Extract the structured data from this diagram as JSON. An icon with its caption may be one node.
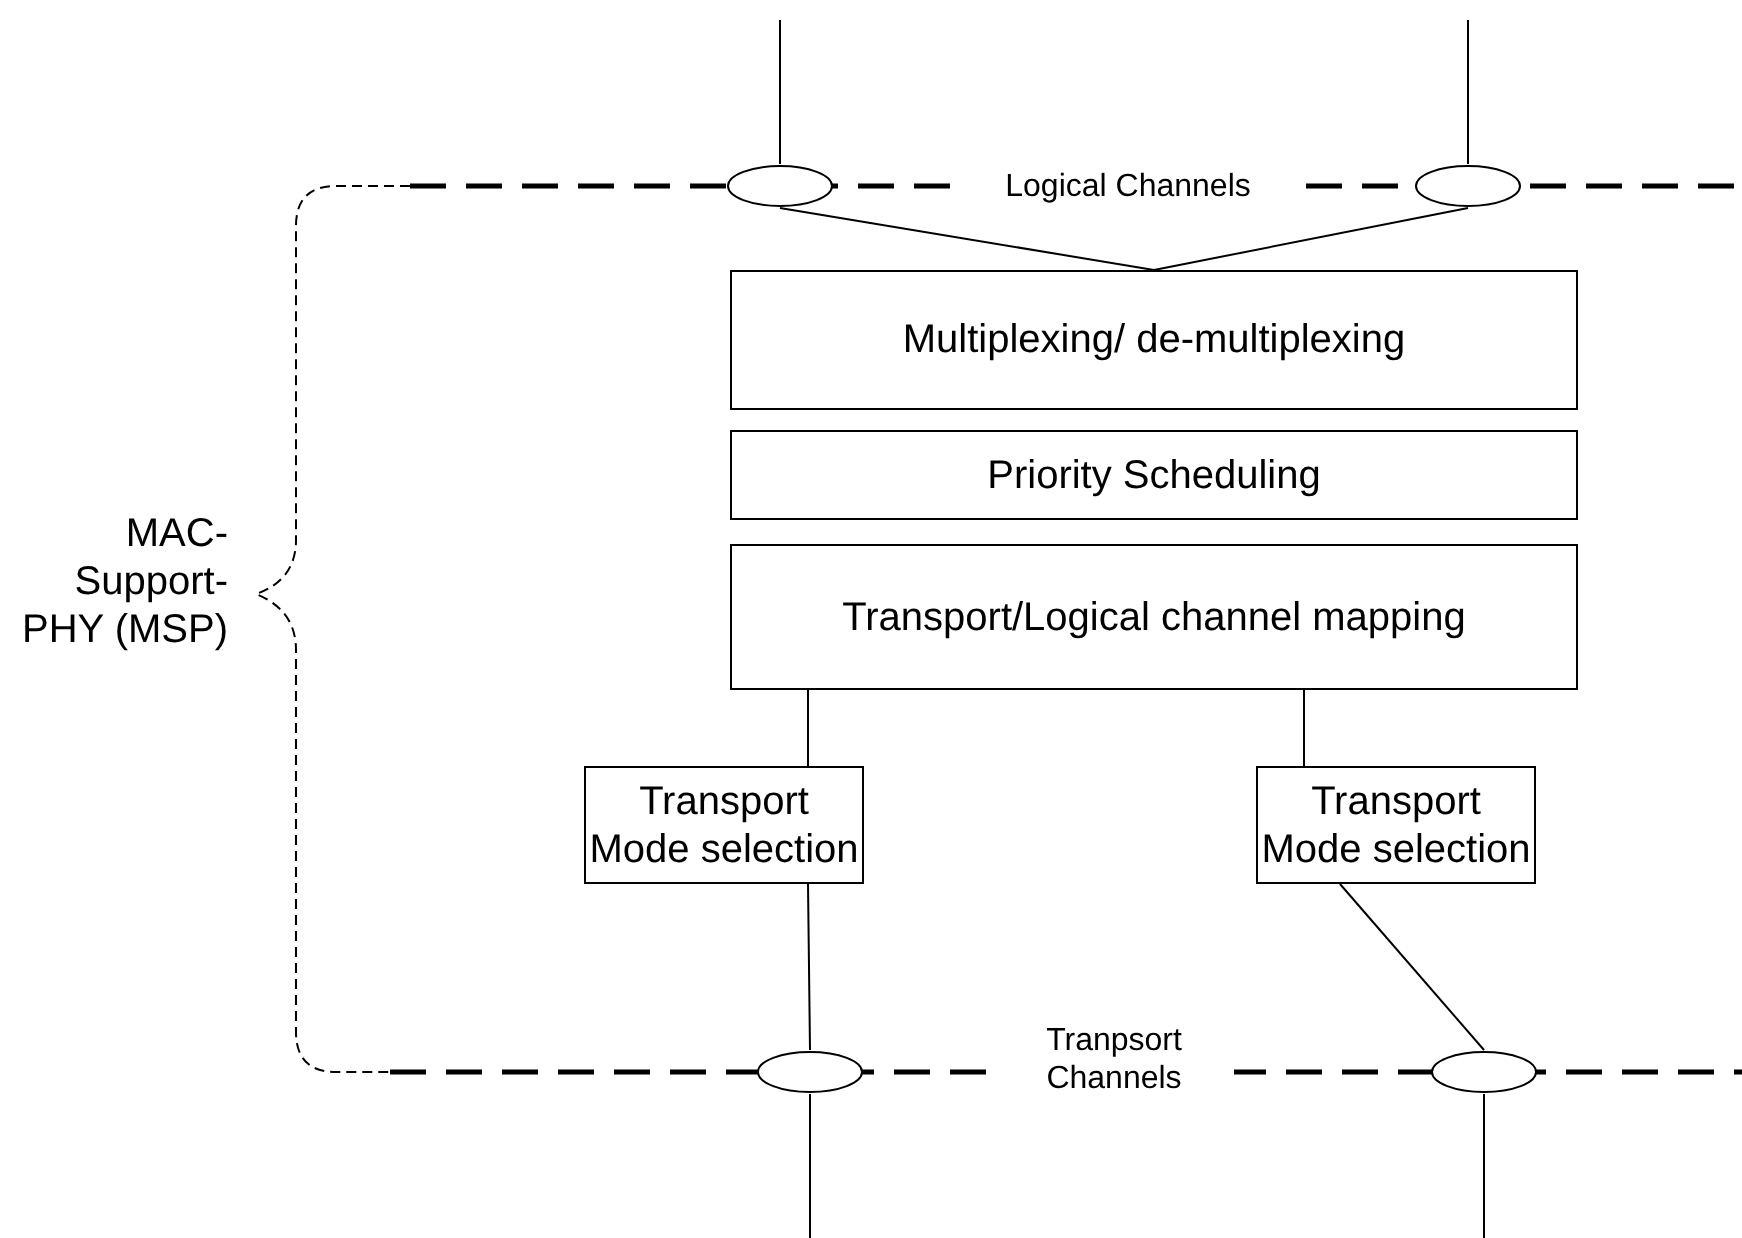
{
  "diagram": {
    "nodes": [
      {
        "text": [],
        "shape": "ellipse"
      },
      {
        "text": [],
        "shape": "ellipse"
      },
      {
        "text": [
          "Multiplexing/ de-multiplexing"
        ]
      },
      {
        "text": [
          "Priority Scheduling"
        ]
      },
      {
        "text": [
          "Transport/Logical channel mapping"
        ]
      },
      {
        "text": [
          "Transport Mode selection"
        ]
      },
      {
        "text": [
          "Transport Mode selection"
        ]
      },
      {
        "text": [],
        "shape": "ellipse"
      },
      {
        "text": [],
        "shape": "ellipse"
      }
    ],
    "edges": [
      {
        "from": null,
        "to": 0,
        "arrow": "none"
      },
      {
        "from": null,
        "to": 1,
        "arrow": "none"
      },
      {
        "from": 0,
        "to": 2,
        "arrow": "none"
      },
      {
        "from": 1,
        "to": 2,
        "arrow": "none"
      },
      {
        "from": 4,
        "to": 5,
        "arrow": "none"
      },
      {
        "from": 4,
        "to": 6,
        "arrow": "none"
      },
      {
        "from": 5,
        "to": 7,
        "arrow": "none"
      },
      {
        "from": 6,
        "to": 8,
        "arrow": "none"
      },
      {
        "from": 7,
        "to": null,
        "arrow": "none"
      },
      {
        "from": 8,
        "to": null,
        "arrow": "none"
      }
    ],
    "labels": [
      "Logical Channels",
      "Tranpsort Channels",
      "MAC-Support-PHY (MSP)"
    ]
  }
}
